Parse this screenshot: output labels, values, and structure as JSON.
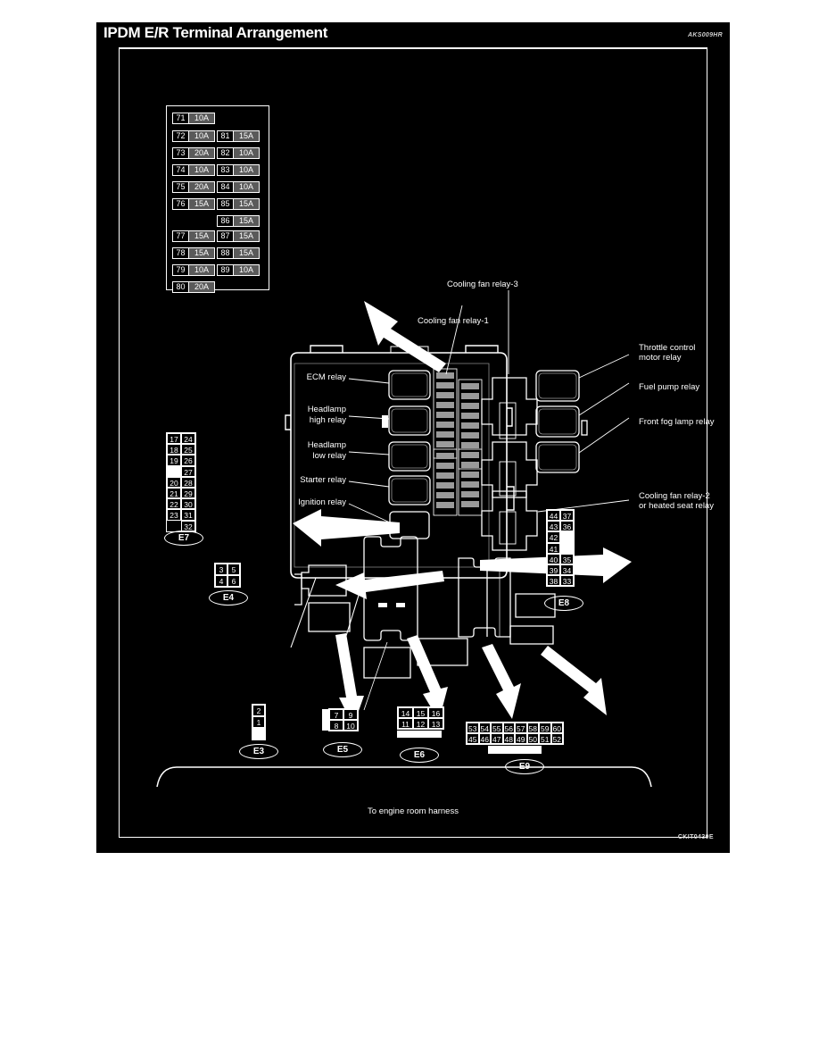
{
  "header": {
    "title": "IPDM E/R Terminal Arrangement",
    "ref_code": "AKS009HR"
  },
  "figure": {
    "code": "CKIT0439E",
    "harness_caption": "To engine room harness"
  },
  "fuse_table": {
    "left_column": [
      {
        "no": "71",
        "amp": "10A"
      },
      {
        "no": "72",
        "amp": "10A"
      },
      {
        "no": "73",
        "amp": "20A"
      },
      {
        "no": "74",
        "amp": "10A"
      },
      {
        "no": "75",
        "amp": "20A"
      },
      {
        "no": "76",
        "amp": "15A"
      },
      {
        "no": "77",
        "amp": "15A"
      },
      {
        "no": "78",
        "amp": "15A"
      },
      {
        "no": "79",
        "amp": "10A"
      },
      {
        "no": "80",
        "amp": "20A"
      }
    ],
    "right_column": [
      {
        "no": "81",
        "amp": "15A"
      },
      {
        "no": "82",
        "amp": "10A"
      },
      {
        "no": "83",
        "amp": "10A"
      },
      {
        "no": "84",
        "amp": "10A"
      },
      {
        "no": "85",
        "amp": "15A"
      },
      {
        "no": "86",
        "amp": "15A"
      },
      {
        "no": "87",
        "amp": "15A"
      },
      {
        "no": "88",
        "amp": "15A"
      },
      {
        "no": "89",
        "amp": "10A"
      }
    ]
  },
  "labels": {
    "cooling_fan_relay_3": "Cooling fan relay-3",
    "cooling_fan_relay_1": "Cooling fan relay-1",
    "throttle_control_motor_relay": "Throttle control\nmotor relay",
    "throttle_control_motor_relay_l1": "Throttle control",
    "throttle_control_motor_relay_l2": "motor relay",
    "fuel_pump_relay": "Fuel pump relay",
    "front_fog_lamp_relay": "Front fog lamp relay",
    "ecm_relay": "ECM relay",
    "headlamp_high_relay_l1": "Headlamp",
    "headlamp_high_relay_l2": "high relay",
    "headlamp_low_relay_l1": "Headlamp",
    "headlamp_low_relay_l2": "low relay",
    "starter_relay": "Starter relay",
    "ignition_relay": "Ignition relay",
    "cooling_fan_relay_2_l1": "Cooling fan relay-2",
    "cooling_fan_relay_2_l2": "or heated seat relay"
  },
  "connectors": {
    "E7": {
      "tag": "E7",
      "left": [
        "17",
        "18",
        "19",
        "",
        "20",
        "21",
        "22",
        "23"
      ],
      "right": [
        "24",
        "25",
        "26",
        "27",
        "28",
        "29",
        "30",
        "31",
        "32"
      ]
    },
    "E8": {
      "tag": "E8",
      "left": [
        "44",
        "43",
        "42",
        "41",
        "40",
        "39",
        "38"
      ],
      "right": [
        "37",
        "36",
        "",
        "",
        "35",
        "34",
        "33"
      ]
    },
    "E4": {
      "tag": "E4",
      "top": [
        "3",
        "5"
      ],
      "bottom": [
        "4",
        "6"
      ]
    },
    "E3": {
      "tag": "E3",
      "column": [
        "2",
        "1",
        ""
      ]
    },
    "E5": {
      "tag": "E5",
      "top": [
        "7",
        "9"
      ],
      "bottom": [
        "8",
        "10"
      ]
    },
    "E6": {
      "tag": "E6",
      "top": [
        "14",
        "15",
        "16"
      ],
      "bottom": [
        "11",
        "12",
        "13"
      ]
    },
    "E9": {
      "tag": "E9",
      "top": [
        "53",
        "54",
        "55",
        "56",
        "57",
        "58",
        "59",
        "60"
      ],
      "bottom": [
        "45",
        "46",
        "47",
        "48",
        "49",
        "50",
        "51",
        "52"
      ]
    }
  },
  "colors": {
    "panel_bg": "#000000",
    "line": "#ffffff",
    "fuse_amp_bg": "#5a5a5a",
    "page_bg": "#ffffff"
  }
}
